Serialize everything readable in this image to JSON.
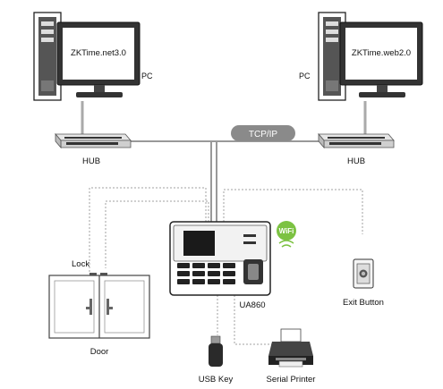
{
  "left_pc": {
    "screen_text": "ZKTime.net3.0",
    "label": "PC"
  },
  "right_pc": {
    "screen_text": "ZKTime.web2.0",
    "label": "PC"
  },
  "left_hub": {
    "label": "HUB"
  },
  "right_hub": {
    "label": "HUB"
  },
  "network": {
    "label": "TCP/IP"
  },
  "device": {
    "label": "UA860",
    "wifi_badge": "WiFi"
  },
  "lock": {
    "label": "Lock"
  },
  "door": {
    "label": "Door"
  },
  "exit_button": {
    "label": "Exit Button"
  },
  "usb_key": {
    "label": "USB Key"
  },
  "printer": {
    "label": "Serial Printer"
  },
  "colors": {
    "line": "#8c8c8c",
    "dotted": "#9a9a9a",
    "wifi": "#7cc242",
    "tcp_pill": "#8a8a8a"
  }
}
